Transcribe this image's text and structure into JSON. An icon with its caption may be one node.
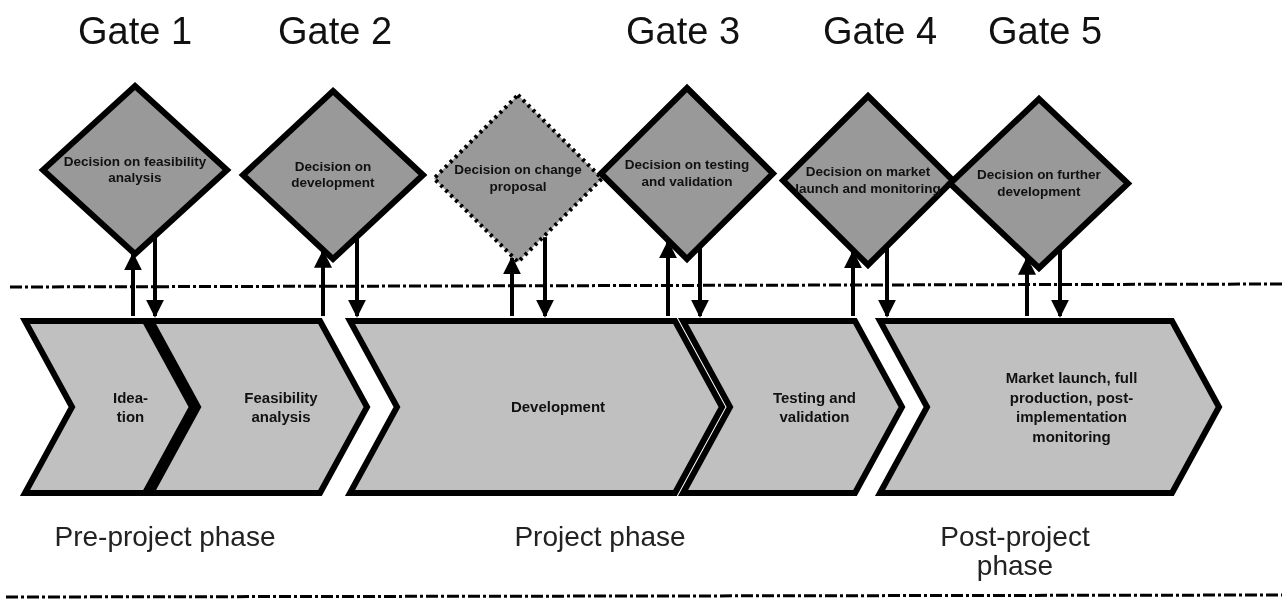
{
  "diagram": {
    "nodes": [
      {
        "text": [
          "Decision on feasibility analysis"
        ],
        "beside": [
          "Gate 1"
        ]
      },
      {
        "text": [
          "Decision on development"
        ],
        "beside": [
          "Gate 2"
        ]
      },
      {
        "text": [
          "Decision on change proposal"
        ]
      },
      {
        "text": [
          "Decision on testing and validation"
        ],
        "beside": [
          "Gate 3"
        ]
      },
      {
        "text": [
          "Decision on market launch and monitoring"
        ],
        "beside": [
          "Gate 4"
        ]
      },
      {
        "text": [
          "Decision on further development"
        ],
        "beside": [
          "Gate 5"
        ]
      },
      {
        "text": [
          "Idea- tion"
        ]
      },
      {
        "text": [
          "Feasibility analysis"
        ]
      },
      {
        "text": [
          "Development"
        ]
      },
      {
        "text": [
          "Testing and validation"
        ]
      },
      {
        "text": [
          "Market launch, full production, post- implementation monitoring"
        ]
      }
    ],
    "edges": [
      {
        "from": 6,
        "to": 0,
        "arrow": "to"
      },
      {
        "from": 0,
        "to": 7,
        "arrow": "to"
      },
      {
        "from": 7,
        "to": 1,
        "arrow": "to"
      },
      {
        "from": 1,
        "to": 8,
        "arrow": "to"
      },
      {
        "from": 8,
        "to": 2,
        "arrow": "to"
      },
      {
        "from": 2,
        "to": 8,
        "arrow": "to"
      },
      {
        "from": 8,
        "to": 3,
        "arrow": "to"
      },
      {
        "from": 3,
        "to": 9,
        "arrow": "to"
      },
      {
        "from": 9,
        "to": 4,
        "arrow": "to"
      },
      {
        "from": 4,
        "to": 10,
        "arrow": "to"
      },
      {
        "from": 10,
        "to": 5,
        "arrow": "to"
      },
      {
        "from": 5,
        "to": 10,
        "arrow": "to"
      }
    ],
    "labels": [
      "Pre-project phase",
      "Project phase",
      "Post-project phase"
    ]
  }
}
